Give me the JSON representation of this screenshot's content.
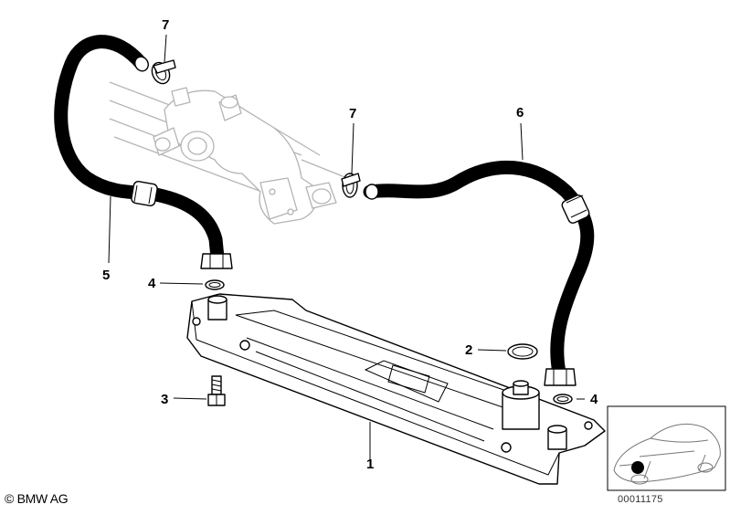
{
  "diagram": {
    "callouts": [
      {
        "id": "c1",
        "label": "1"
      },
      {
        "id": "c2",
        "label": "2"
      },
      {
        "id": "c3",
        "label": "3"
      },
      {
        "id": "c4a",
        "label": "4"
      },
      {
        "id": "c4b",
        "label": "4"
      },
      {
        "id": "c5",
        "label": "5"
      },
      {
        "id": "c6",
        "label": "6"
      },
      {
        "id": "c7a",
        "label": "7"
      },
      {
        "id": "c7b",
        "label": "7"
      }
    ]
  },
  "footer": {
    "copyright": "© BMW AG",
    "part_number": "00011175"
  },
  "colors": {
    "line": "#000000",
    "ghost": "#b4b4b4",
    "background": "#ffffff"
  }
}
